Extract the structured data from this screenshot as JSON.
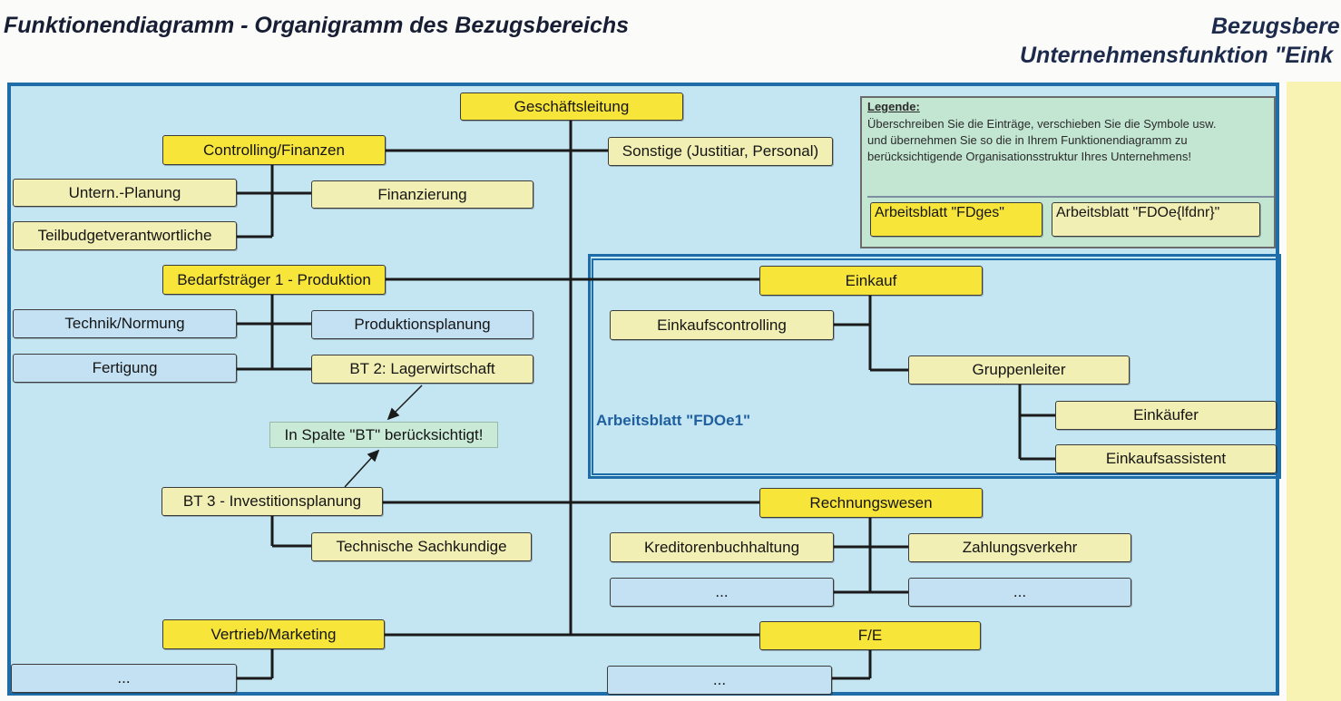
{
  "header": {
    "title": "Funktionendiagramm - Organigramm des Bezugsbereichs",
    "right_line1": "Bezugsbere",
    "right_line2": "Unternehmensfunktion \"Eink"
  },
  "legend": {
    "title": "Legende:",
    "text_line1": "Überschreiben Sie die Einträge, verschieben Sie die Symbole usw.",
    "text_line2": "und übernehmen Sie so die in Ihrem Funktionendiagramm zu",
    "text_line3": "berücksichtigende Organisationsstruktur Ihres Unternehmens!",
    "sheet_yellow": "Arbeitsblatt \"FDges\"",
    "sheet_light": "Arbeitsblatt \"FDOe{lfdnr}\""
  },
  "nodes": {
    "geschaeftsleitung": "Geschäftsleitung",
    "controlling": "Controlling/Finanzen",
    "sonstige": "Sonstige (Justitiar, Personal)",
    "untern_planung": "Untern.-Planung",
    "finanzierung": "Finanzierung",
    "teilbudget": "Teilbudgetverantwortliche",
    "bedarfstraeger": "Bedarfsträger 1 - Produktion",
    "technik": "Technik/Normung",
    "produktionsplanung": "Produktionsplanung",
    "fertigung": "Fertigung",
    "bt2": "BT 2: Lagerwirtschaft",
    "bt3": "BT 3 - Investitionsplanung",
    "sachkundige": "Technische Sachkundige",
    "vertrieb": "Vertrieb/Marketing",
    "vertrieb_sub": "...",
    "einkauf": "Einkauf",
    "einkaufscontrolling": "Einkaufscontrolling",
    "gruppenleiter": "Gruppenleiter",
    "einkaeufer": "Einkäufer",
    "einkaufsassistent": "Einkaufsassistent",
    "rechnungswesen": "Rechnungswesen",
    "kreditoren": "Kreditorenbuchhaltung",
    "zahlungsverkehr": "Zahlungsverkehr",
    "rw_sub1": "...",
    "rw_sub2": "...",
    "fe": "F/E",
    "fe_sub": "..."
  },
  "annotations": {
    "bt_note": "In Spalte \"BT\" berücksichtigt!",
    "fdoe1": "Arbeitsblatt \"FDOe1\""
  },
  "colors": {
    "canvas_bg": "#c4e6f2",
    "frame": "#1f6da8",
    "primary_box": "#f7e53a",
    "secondary_box": "#f1efb3",
    "blue_box": "#c3e1f3",
    "legend_bg": "#c3e6d3"
  }
}
